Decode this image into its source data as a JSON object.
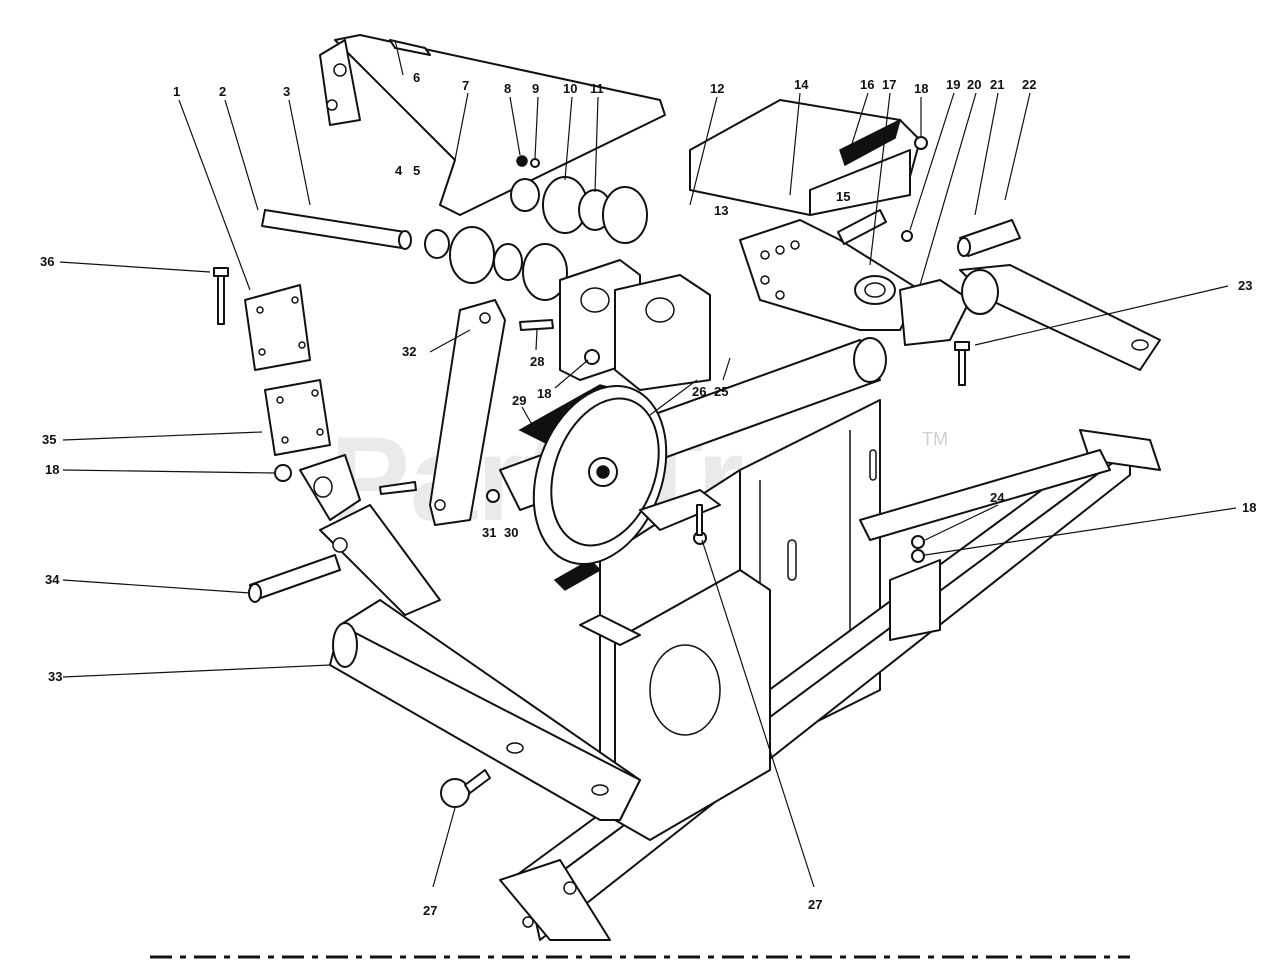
{
  "watermark": {
    "text": "PartsTree",
    "trademark": "TM"
  },
  "callouts": [
    {
      "id": "c1",
      "label": "1"
    },
    {
      "id": "c2",
      "label": "2"
    },
    {
      "id": "c3",
      "label": "3"
    },
    {
      "id": "c4",
      "label": "4"
    },
    {
      "id": "c5",
      "label": "5"
    },
    {
      "id": "c6",
      "label": "6"
    },
    {
      "id": "c7",
      "label": "7"
    },
    {
      "id": "c8",
      "label": "8"
    },
    {
      "id": "c9",
      "label": "9"
    },
    {
      "id": "c10",
      "label": "10"
    },
    {
      "id": "c11",
      "label": "11"
    },
    {
      "id": "c12",
      "label": "12"
    },
    {
      "id": "c13",
      "label": "13"
    },
    {
      "id": "c14",
      "label": "14"
    },
    {
      "id": "c15",
      "label": "15"
    },
    {
      "id": "c16",
      "label": "16"
    },
    {
      "id": "c17",
      "label": "17"
    },
    {
      "id": "c18a",
      "label": "18"
    },
    {
      "id": "c19",
      "label": "19"
    },
    {
      "id": "c20",
      "label": "20"
    },
    {
      "id": "c21",
      "label": "21"
    },
    {
      "id": "c22",
      "label": "22"
    },
    {
      "id": "c23",
      "label": "23"
    },
    {
      "id": "c24",
      "label": "24"
    },
    {
      "id": "c18b",
      "label": "18"
    },
    {
      "id": "c25",
      "label": "25"
    },
    {
      "id": "c26",
      "label": "26"
    },
    {
      "id": "c27a",
      "label": "27"
    },
    {
      "id": "c27b",
      "label": "27"
    },
    {
      "id": "c28",
      "label": "28"
    },
    {
      "id": "c18c",
      "label": "18"
    },
    {
      "id": "c29",
      "label": "29"
    },
    {
      "id": "c30",
      "label": "30"
    },
    {
      "id": "c31",
      "label": "31"
    },
    {
      "id": "c32",
      "label": "32"
    },
    {
      "id": "c33",
      "label": "33"
    },
    {
      "id": "c34",
      "label": "34"
    },
    {
      "id": "c35",
      "label": "35"
    },
    {
      "id": "c18d",
      "label": "18"
    },
    {
      "id": "c36",
      "label": "36"
    }
  ]
}
